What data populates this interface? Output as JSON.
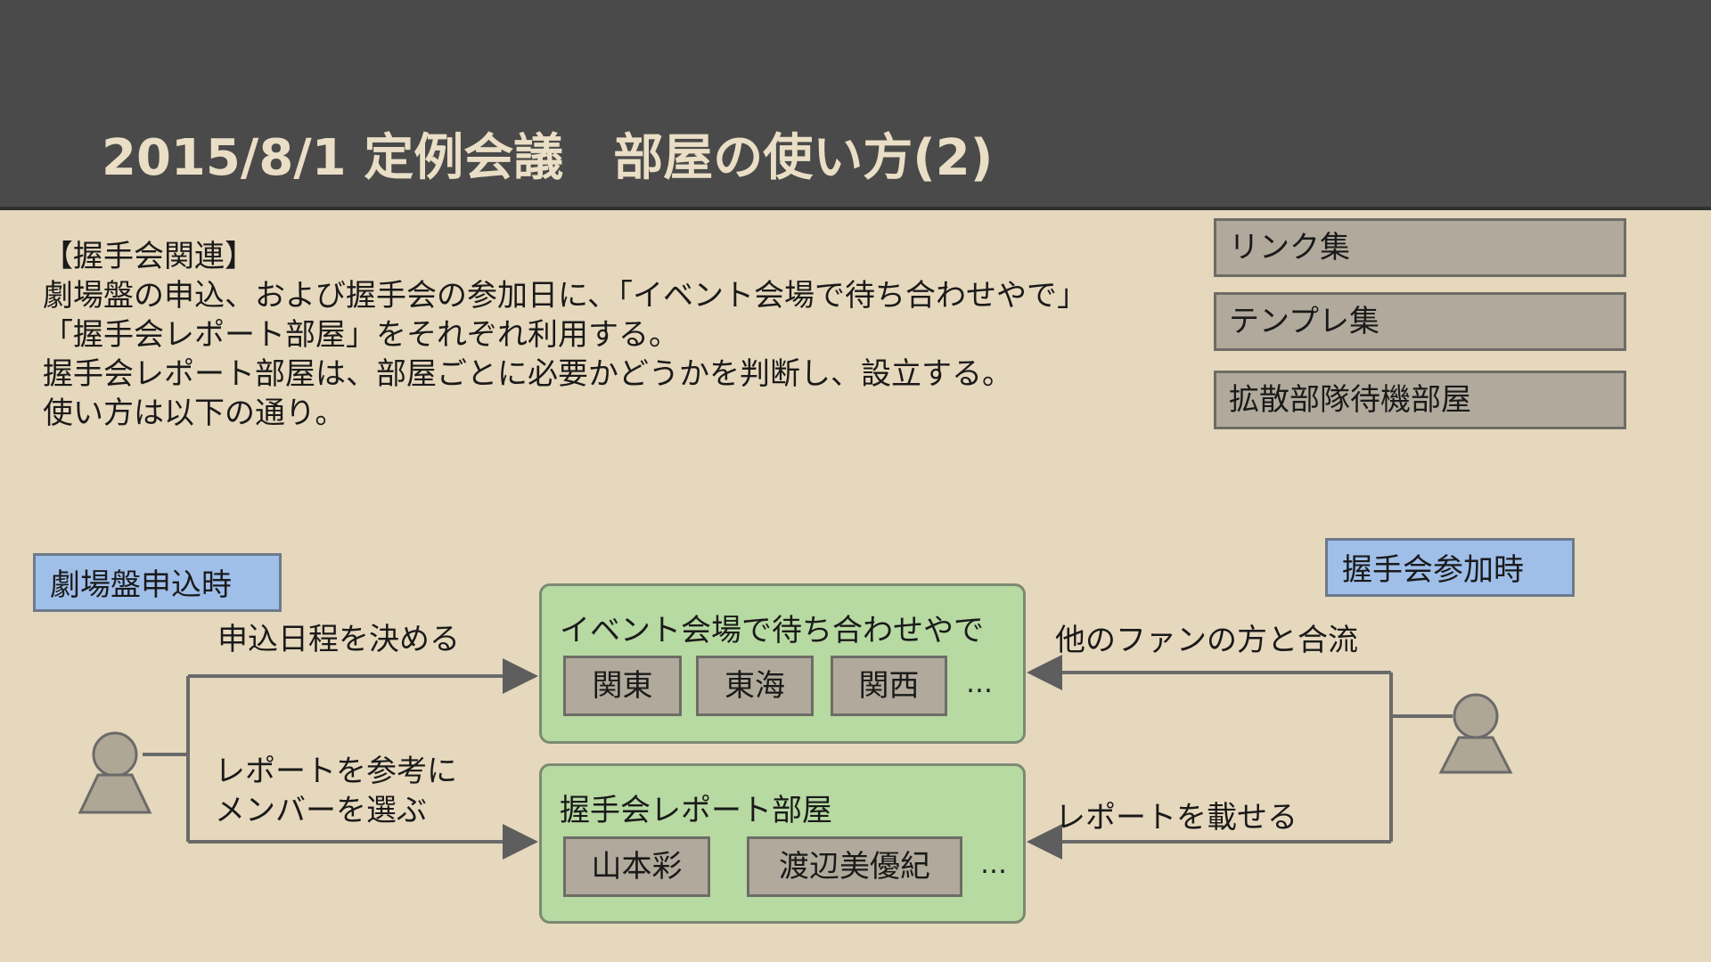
{
  "title": "2015/8/1 定例会議　部屋の使い方(2)",
  "intro": [
    "【握手会関連】",
    "劇場盤の申込、および握手会の参加日に、「イベント会場で待ち合わせやで」",
    "「握手会レポート部屋」をそれぞれ利用する。",
    "握手会レポート部屋は、部屋ごとに必要かどうかを判断し、設立する。",
    "使い方は以下の通り。"
  ],
  "links": [
    "リンク集",
    "テンプレ集",
    "拡散部隊待機部屋"
  ],
  "diagram": {
    "left_label": "劇場盤申込時",
    "right_label": "握手会参加時",
    "event_room": {
      "title": "イベント会場で待ち合わせやで",
      "chips": [
        "関東",
        "東海",
        "関西"
      ],
      "more": "…"
    },
    "report_room": {
      "title": "握手会レポート部屋",
      "chips": [
        "山本彩",
        "渡辺美優紀"
      ],
      "more": "…"
    },
    "arrow_top_left": "申込日程を決める",
    "arrow_bottom_left": [
      "レポートを参考に",
      "メンバーを選ぶ"
    ],
    "arrow_top_right": "他のファンの方と合流",
    "arrow_bottom_right": "レポートを載せる"
  }
}
